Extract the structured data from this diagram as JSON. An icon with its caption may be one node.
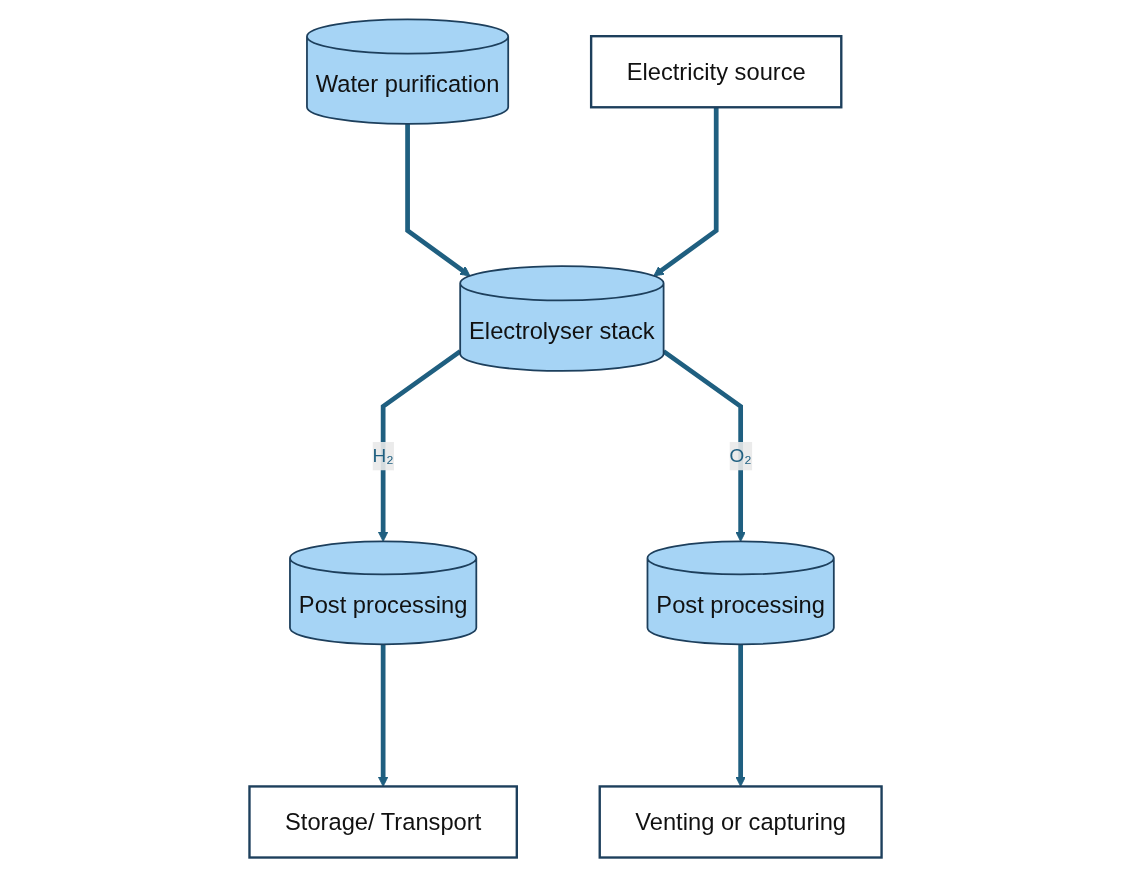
{
  "diagram": {
    "nodes": [
      {
        "text": [
          "Water purification"
        ]
      },
      {
        "text": [
          "Electricity source"
        ]
      },
      {
        "text": [
          "Electrolyser stack"
        ]
      },
      {
        "text": [
          "Post processing"
        ]
      },
      {
        "text": [
          "Post processing"
        ]
      },
      {
        "text": [
          "Storage/ Transport"
        ]
      },
      {
        "text": [
          "Venting or capturing"
        ]
      }
    ],
    "edges": [
      {
        "from": 0,
        "to": 2,
        "arrow": "to"
      },
      {
        "from": 1,
        "to": 2,
        "arrow": "to"
      },
      {
        "from": 2,
        "to": 3,
        "label": "H₂",
        "arrow": "to"
      },
      {
        "from": 2,
        "to": 4,
        "label": "O₂",
        "arrow": "to"
      },
      {
        "from": 3,
        "to": 5,
        "arrow": "to"
      },
      {
        "from": 4,
        "to": 6,
        "arrow": "to"
      }
    ]
  }
}
